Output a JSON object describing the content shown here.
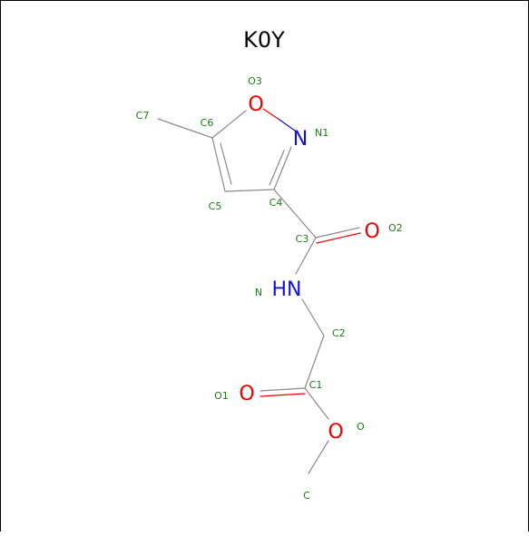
{
  "title": "K0Y",
  "colors": {
    "carbon_label": "#1f7a1f",
    "oxygen": "#ee0000",
    "nitrogen": "#1010e0",
    "bond": "#8a8a8a",
    "border": "#000000"
  },
  "atoms": {
    "O3": {
      "symbol": "O",
      "label": "O3"
    },
    "N1": {
      "symbol": "N",
      "label": "N1"
    },
    "C6": {
      "label": "C6"
    },
    "C7": {
      "label": "C7"
    },
    "C5": {
      "label": "C5"
    },
    "C4": {
      "label": "C4"
    },
    "C3": {
      "label": "C3"
    },
    "O2": {
      "symbol": "O",
      "label": "O2"
    },
    "N": {
      "symbol": "HN",
      "label": "N"
    },
    "C2": {
      "label": "C2"
    },
    "C1": {
      "label": "C1"
    },
    "O1": {
      "symbol": "O",
      "label": "O1"
    },
    "O": {
      "symbol": "O",
      "label": "O"
    },
    "C": {
      "label": "C"
    }
  }
}
